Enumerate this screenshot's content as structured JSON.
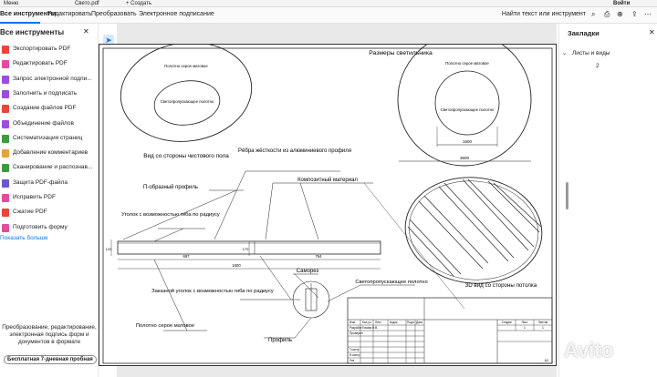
{
  "window": {
    "menu_label": "Меню",
    "file_tab": "Свето.pdf",
    "new_tab": "+ Создать",
    "login": "Войти"
  },
  "menu": {
    "items": [
      "Все инструменты",
      "Редактировать",
      "Преобразовать",
      "Электронное подписание"
    ],
    "search": "Найти текст или инструмент"
  },
  "left_panel": {
    "title": "Все инструменты",
    "tools": [
      {
        "label": "Экспортировать PDF",
        "color": "#e8453c"
      },
      {
        "label": "Редактировать PDF",
        "color": "#e34c9b"
      },
      {
        "label": "Запрос электронной подпи...",
        "color": "#9b4de0"
      },
      {
        "label": "Заполнить и подписать",
        "color": "#9b4de0"
      },
      {
        "label": "Создание файлов PDF",
        "color": "#e8453c"
      },
      {
        "label": "Объединение файлов",
        "color": "#9b4de0"
      },
      {
        "label": "Систематизация страниц",
        "color": "#3d9a3d"
      },
      {
        "label": "Добавление комментариев",
        "color": "#e8a33c"
      },
      {
        "label": "Сканирование и распознав...",
        "color": "#3d9a3d"
      },
      {
        "label": "Защита PDF-файла",
        "color": "#6a5acd"
      },
      {
        "label": "Исправить PDF",
        "color": "#e34c9b"
      },
      {
        "label": "Сжатие PDF",
        "color": "#e8453c"
      },
      {
        "label": "Подготовить форму",
        "color": "#e34c9b"
      }
    ],
    "more": "Показать больше",
    "promo": "Преобразование, редактирование, электронная подпись форм и документов в формате",
    "trial": "Бесплатная 7-дневная пробная"
  },
  "right_panel": {
    "title": "Закладки",
    "item": "Листы и виды",
    "page": "2"
  },
  "drawing": {
    "title": "Размеры светильника",
    "label_view_floor": "Вид со стороны чистового пола",
    "label_matte": "Полотно серое матовое",
    "label_translucent": "Светопропускающее полотно",
    "label_ribs": "Рёбра жёсткости из алюминиевого профиля",
    "label_composite": "Композитный материал",
    "label_p_profile": "П-образный профиль",
    "label_corner": "Уголок с возможностью гиба по радиусу",
    "label_screw": "Саморез",
    "label_corner_ordered": "Заказной уголок с возможностью гиба по радиусу",
    "label_profile": "Профиль",
    "label_3d": "3D вид со стороны потолка",
    "dim_1600": "1600",
    "dim_3600": "3600",
    "dim_697": "697",
    "dim_764": "764",
    "dim_120": "120",
    "dim_170": "170",
    "dim_1600_bottom": "1600",
    "stamp_row_labels": [
      "Изм",
      "Кол.уч",
      "Лист",
      "№док",
      "Подп.",
      "Дата"
    ],
    "stamp_people": [
      "Разработ",
      "Проверил",
      "Т.контр",
      "Н.контр",
      "Утв."
    ],
    "stamp_name": "Гомзик Н.В.",
    "stamp_head": [
      "Стадия",
      "Лист",
      "Листов"
    ],
    "stamp_vals": [
      "",
      "1",
      "1"
    ],
    "sheet_format": "А3"
  },
  "watermark": "Avito"
}
